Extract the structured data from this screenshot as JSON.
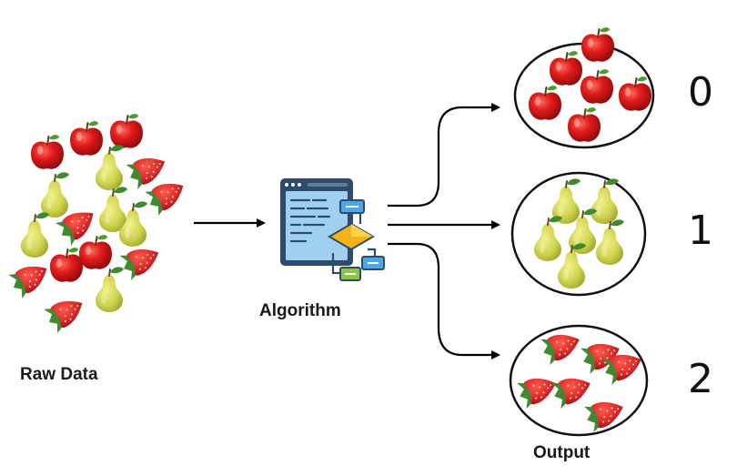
{
  "labels": {
    "raw_data": "Raw Data",
    "algorithm": "Algorithm",
    "output": "Output"
  },
  "classes": [
    {
      "id": "0",
      "fruit": "apple"
    },
    {
      "id": "1",
      "fruit": "pear"
    },
    {
      "id": "2",
      "fruit": "strawberry"
    }
  ],
  "icons": {
    "raw_fruit": "mixed-fruit-icon",
    "algorithm": "algorithm-flowchart-icon",
    "apple": "apple-icon",
    "pear": "pear-icon",
    "strawberry": "strawberry-icon"
  },
  "colors": {
    "apple": "#d71418",
    "pear": "#d2d655",
    "strawberry": "#d8282c",
    "leaf": "#3f8a2e",
    "arrow": "#000000",
    "algo_screen": "#2f4b6b",
    "algo_blue": "#4aa8e8",
    "algo_orange": "#f5b316",
    "algo_green": "#8cc63f"
  }
}
